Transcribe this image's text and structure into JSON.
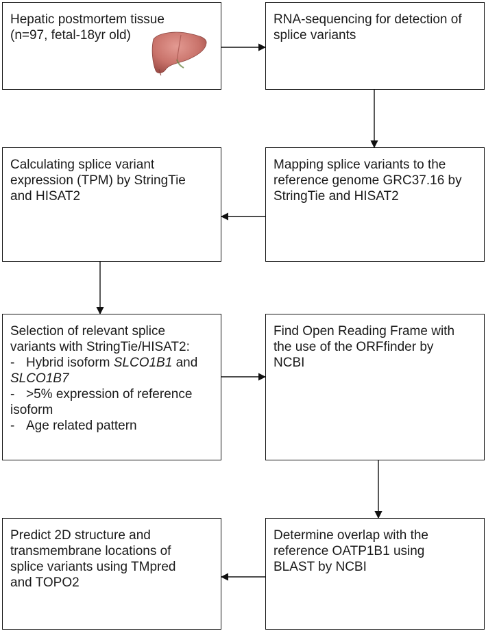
{
  "boxes": {
    "b1": {
      "line1": "Hepatic postmortem tissue",
      "line2": "(n=97, fetal-18yr old)"
    },
    "b2": {
      "line1": "RNA-sequencing for detection of",
      "line2": "splice variants"
    },
    "b3": {
      "line1": "Mapping splice variants to the",
      "line2": "reference genome GRC37.16 by",
      "line3": "StringTie and HISAT2"
    },
    "b4": {
      "line1": "Calculating splice variant",
      "line2": "expression (TPM) by StringTie",
      "line3": "and HISAT2"
    },
    "b5": {
      "line1": "Selection of relevant splice",
      "line2": "variants with StringTie/HISAT2:",
      "bullet_dash": "-",
      "bullet1_text": "Hybrid isoform ",
      "bullet1_gene1": "SLCO1B1",
      "bullet1_and": " and",
      "bullet1_gene2": "SLCO1B7",
      "bullet2_line1": ">5% expression of reference",
      "bullet2_line2": "isoform",
      "bullet3_text": "Age related pattern"
    },
    "b6": {
      "line1": "Find Open Reading Frame with",
      "line2": "the use of the ORFfinder by",
      "line3": "NCBI"
    },
    "b7": {
      "line1": "Determine overlap with the",
      "line2": "reference OATP1B1 using",
      "line3": "BLAST by NCBI"
    },
    "b8": {
      "line1": "Predict 2D structure and",
      "line2": "transmembrane locations of",
      "line3": "splice variants using TMpred",
      "line4": "and TOPO2"
    }
  },
  "icons": {
    "liver": "liver-icon"
  },
  "colors": {
    "border": "#111111",
    "text": "#1a1a1a",
    "liver_main": "#c9736b",
    "liver_shade": "#a85650"
  }
}
